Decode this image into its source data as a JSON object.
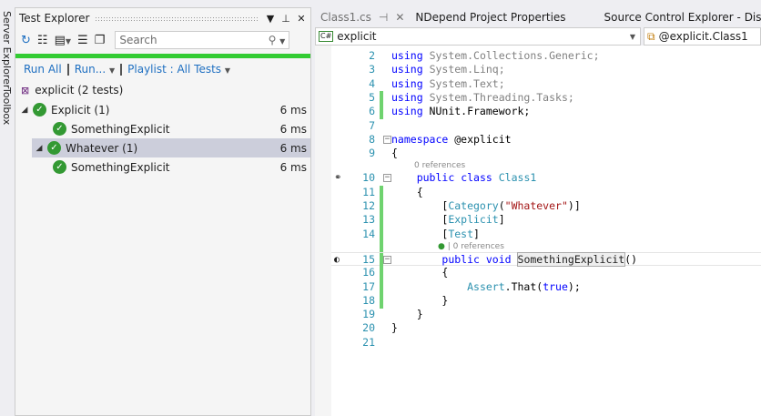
{
  "side_tabs": [
    "Server Explorer",
    "Toolbox"
  ],
  "test_explorer": {
    "title": "Test Explorer",
    "search_placeholder": "Search",
    "run_all": "Run All",
    "run": "Run...",
    "playlist": "Playlist : All Tests",
    "progress_status_color": "#33cc33",
    "project": "explicit (2 tests)",
    "rows": [
      {
        "label": "Explicit (1)",
        "duration": "6 ms",
        "level": 0,
        "selected": false,
        "status": "passed"
      },
      {
        "label": "SomethingExplicit",
        "duration": "6 ms",
        "level": 1,
        "selected": false,
        "status": "passed"
      },
      {
        "label": "Whatever (1)",
        "duration": "6 ms",
        "level": 0,
        "selected": true,
        "status": "passed"
      },
      {
        "label": "SomethingExplicit",
        "duration": "6 ms",
        "level": 1,
        "selected": false,
        "status": "passed"
      }
    ]
  },
  "tabs": [
    {
      "label": "Class1.cs",
      "active": true
    },
    {
      "label": "NDepend Project Properties",
      "active": false
    },
    {
      "label": "Source Control Explorer - Disconnected",
      "active": false
    }
  ],
  "nav": {
    "project": "explicit",
    "type": "@explicit.Class1"
  },
  "code_lines": [
    {
      "n": "2",
      "changed": false,
      "tokens": [
        [
          "kw",
          "using"
        ],
        [
          "pl",
          " "
        ],
        [
          "gr",
          "System.Collections.Generic;"
        ]
      ]
    },
    {
      "n": "3",
      "changed": false,
      "tokens": [
        [
          "kw",
          "using"
        ],
        [
          "pl",
          " "
        ],
        [
          "gr",
          "System.Linq;"
        ]
      ]
    },
    {
      "n": "4",
      "changed": false,
      "tokens": [
        [
          "kw",
          "using"
        ],
        [
          "pl",
          " "
        ],
        [
          "gr",
          "System.Text;"
        ]
      ]
    },
    {
      "n": "5",
      "changed": true,
      "tokens": [
        [
          "kw",
          "using"
        ],
        [
          "pl",
          " "
        ],
        [
          "gr",
          "System.Threading.Tasks;"
        ]
      ]
    },
    {
      "n": "6",
      "changed": true,
      "tokens": [
        [
          "kw",
          "using"
        ],
        [
          "pl",
          " NUnit.Framework;"
        ]
      ]
    },
    {
      "n": "7",
      "changed": false,
      "tokens": []
    },
    {
      "n": "8",
      "changed": false,
      "fold": true,
      "tokens": [
        [
          "kw",
          "namespace"
        ],
        [
          "pl",
          " @explicit"
        ]
      ]
    },
    {
      "n": "9",
      "changed": false,
      "tokens": [
        [
          "pl",
          "{"
        ]
      ]
    },
    {
      "n": "10",
      "changed": false,
      "fold": true,
      "lens": "0 references",
      "glyph": "class-map-icon",
      "tokens": [
        [
          "pl",
          "    "
        ],
        [
          "kw",
          "public"
        ],
        [
          "pl",
          " "
        ],
        [
          "kw",
          "class"
        ],
        [
          "pl",
          " "
        ],
        [
          "ty",
          "Class1"
        ]
      ]
    },
    {
      "n": "11",
      "changed": true,
      "tokens": [
        [
          "pl",
          "    {"
        ]
      ]
    },
    {
      "n": "12",
      "changed": true,
      "tokens": [
        [
          "pl",
          "        ["
        ],
        [
          "ty",
          "Category"
        ],
        [
          "pl",
          "("
        ],
        [
          "st",
          "\"Whatever\""
        ],
        [
          "pl",
          ")]"
        ]
      ]
    },
    {
      "n": "13",
      "changed": true,
      "tokens": [
        [
          "pl",
          "        ["
        ],
        [
          "ty",
          "Explicit"
        ],
        [
          "pl",
          "]"
        ]
      ]
    },
    {
      "n": "14",
      "changed": true,
      "tokens": [
        [
          "pl",
          "        ["
        ],
        [
          "ty",
          "Test"
        ],
        [
          "pl",
          "]"
        ]
      ]
    },
    {
      "n": "15",
      "changed": true,
      "fold": true,
      "lens": "| 0 references",
      "lens_pass": true,
      "glyph": "half-circle-icon",
      "current": true,
      "tokens": [
        [
          "pl",
          "        "
        ],
        [
          "kw",
          "public"
        ],
        [
          "pl",
          " "
        ],
        [
          "kw",
          "void"
        ],
        [
          "pl",
          " "
        ],
        [
          "hl",
          "SomethingExplicit"
        ],
        [
          "pl",
          "()"
        ]
      ]
    },
    {
      "n": "16",
      "changed": true,
      "tokens": [
        [
          "pl",
          "        {"
        ]
      ]
    },
    {
      "n": "17",
      "changed": true,
      "tokens": [
        [
          "pl",
          "            "
        ],
        [
          "ty",
          "Assert"
        ],
        [
          "pl",
          ".That("
        ],
        [
          "kw",
          "true"
        ],
        [
          "pl",
          ");"
        ]
      ]
    },
    {
      "n": "18",
      "changed": true,
      "tokens": [
        [
          "pl",
          "        }"
        ]
      ]
    },
    {
      "n": "19",
      "changed": false,
      "tokens": [
        [
          "pl",
          "    }"
        ]
      ]
    },
    {
      "n": "20",
      "changed": false,
      "tokens": [
        [
          "pl",
          "}"
        ]
      ]
    },
    {
      "n": "21",
      "changed": false,
      "tokens": []
    }
  ]
}
